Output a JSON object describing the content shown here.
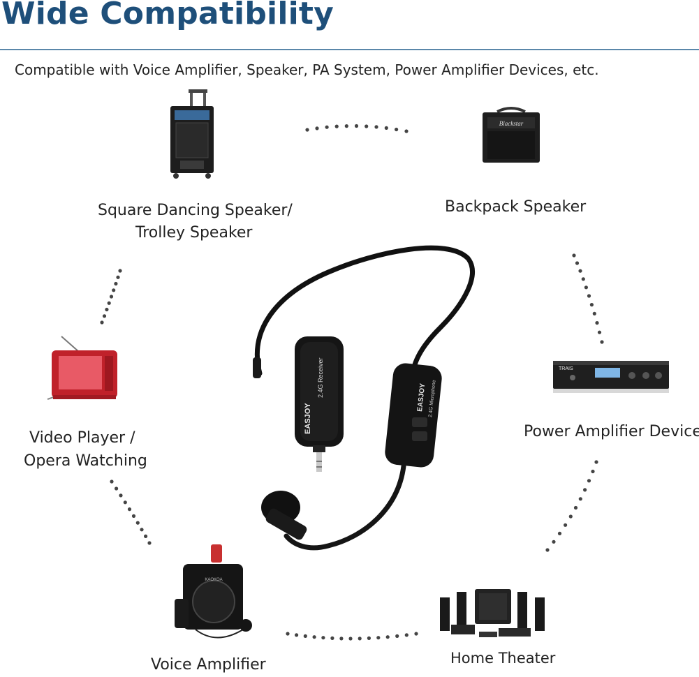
{
  "header": {
    "title": "Wide Compatibility",
    "subtitle": "Compatible with Voice Amplifier, Speaker, PA System, Power Amplifier Devices, etc."
  },
  "devices": {
    "trolley_speaker": "Square Dancing Speaker/",
    "trolley_speaker_line2": "Trolley Speaker",
    "backpack_speaker": "Backpack Speaker",
    "video_player": "Video Player /",
    "video_player_line2": "Opera Watching",
    "power_amplifier": "Power Amplifier Device",
    "voice_amplifier": "Voice Amplifier",
    "home_theater": "Home Theater"
  },
  "product": {
    "brand": "EASJOY",
    "receiver_text": "2.4G Receiver",
    "mic_text": "2.4G Microphone"
  },
  "logos": {
    "blackstar": "Blackstar",
    "power_amp_brand": "TRAIS",
    "voice_amp_brand": "KAOKOA"
  },
  "colors": {
    "title": "#1e4f7a",
    "rule": "#5a87aa",
    "dots": "#444444"
  }
}
